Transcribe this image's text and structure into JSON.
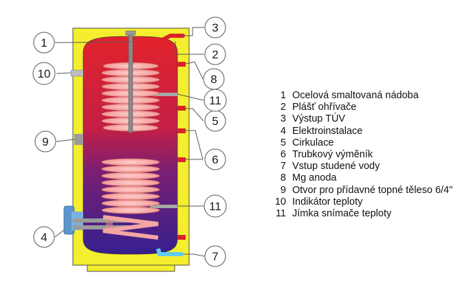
{
  "colors": {
    "casing": "#f4ee2e",
    "tank_top": "#e2232b",
    "tank_bottom": "#35208e",
    "pipe": "#d7232b",
    "cold_inlet": "#5ecbf3",
    "heater_flange": "#5c95cc",
    "coil": "#f4a6a3",
    "gray_part": "#a8a8a8",
    "anode": "#8a8a8a"
  },
  "callouts": [
    {
      "id": "1",
      "text": "1"
    },
    {
      "id": "2",
      "text": "2"
    },
    {
      "id": "3",
      "text": "3"
    },
    {
      "id": "4",
      "text": "4"
    },
    {
      "id": "5",
      "text": "5"
    },
    {
      "id": "6",
      "text": "6"
    },
    {
      "id": "7",
      "text": "7"
    },
    {
      "id": "8",
      "text": "8"
    },
    {
      "id": "9",
      "text": "9"
    },
    {
      "id": "10",
      "text": "10"
    },
    {
      "id": "11a",
      "text": "11"
    },
    {
      "id": "11b",
      "text": "11"
    }
  ],
  "legend": [
    {
      "num": "1",
      "label": "Ocelová smaltovaná nádoba"
    },
    {
      "num": "2",
      "label": "Plášť ohřívače"
    },
    {
      "num": "3",
      "label": "Výstup TÚV"
    },
    {
      "num": "4",
      "label": "Elektroinstalace"
    },
    {
      "num": "5",
      "label": "Cirkulace"
    },
    {
      "num": "6",
      "label": "Trubkový výměník"
    },
    {
      "num": "7",
      "label": "Vstup studené vody"
    },
    {
      "num": "8",
      "label": "Mg anoda"
    },
    {
      "num": "9",
      "label": "Otvor pro přídavné topné těleso 6/4\""
    },
    {
      "num": "10",
      "label": "Indikátor teploty"
    },
    {
      "num": "11",
      "label": "Jímka snímače teploty"
    }
  ]
}
